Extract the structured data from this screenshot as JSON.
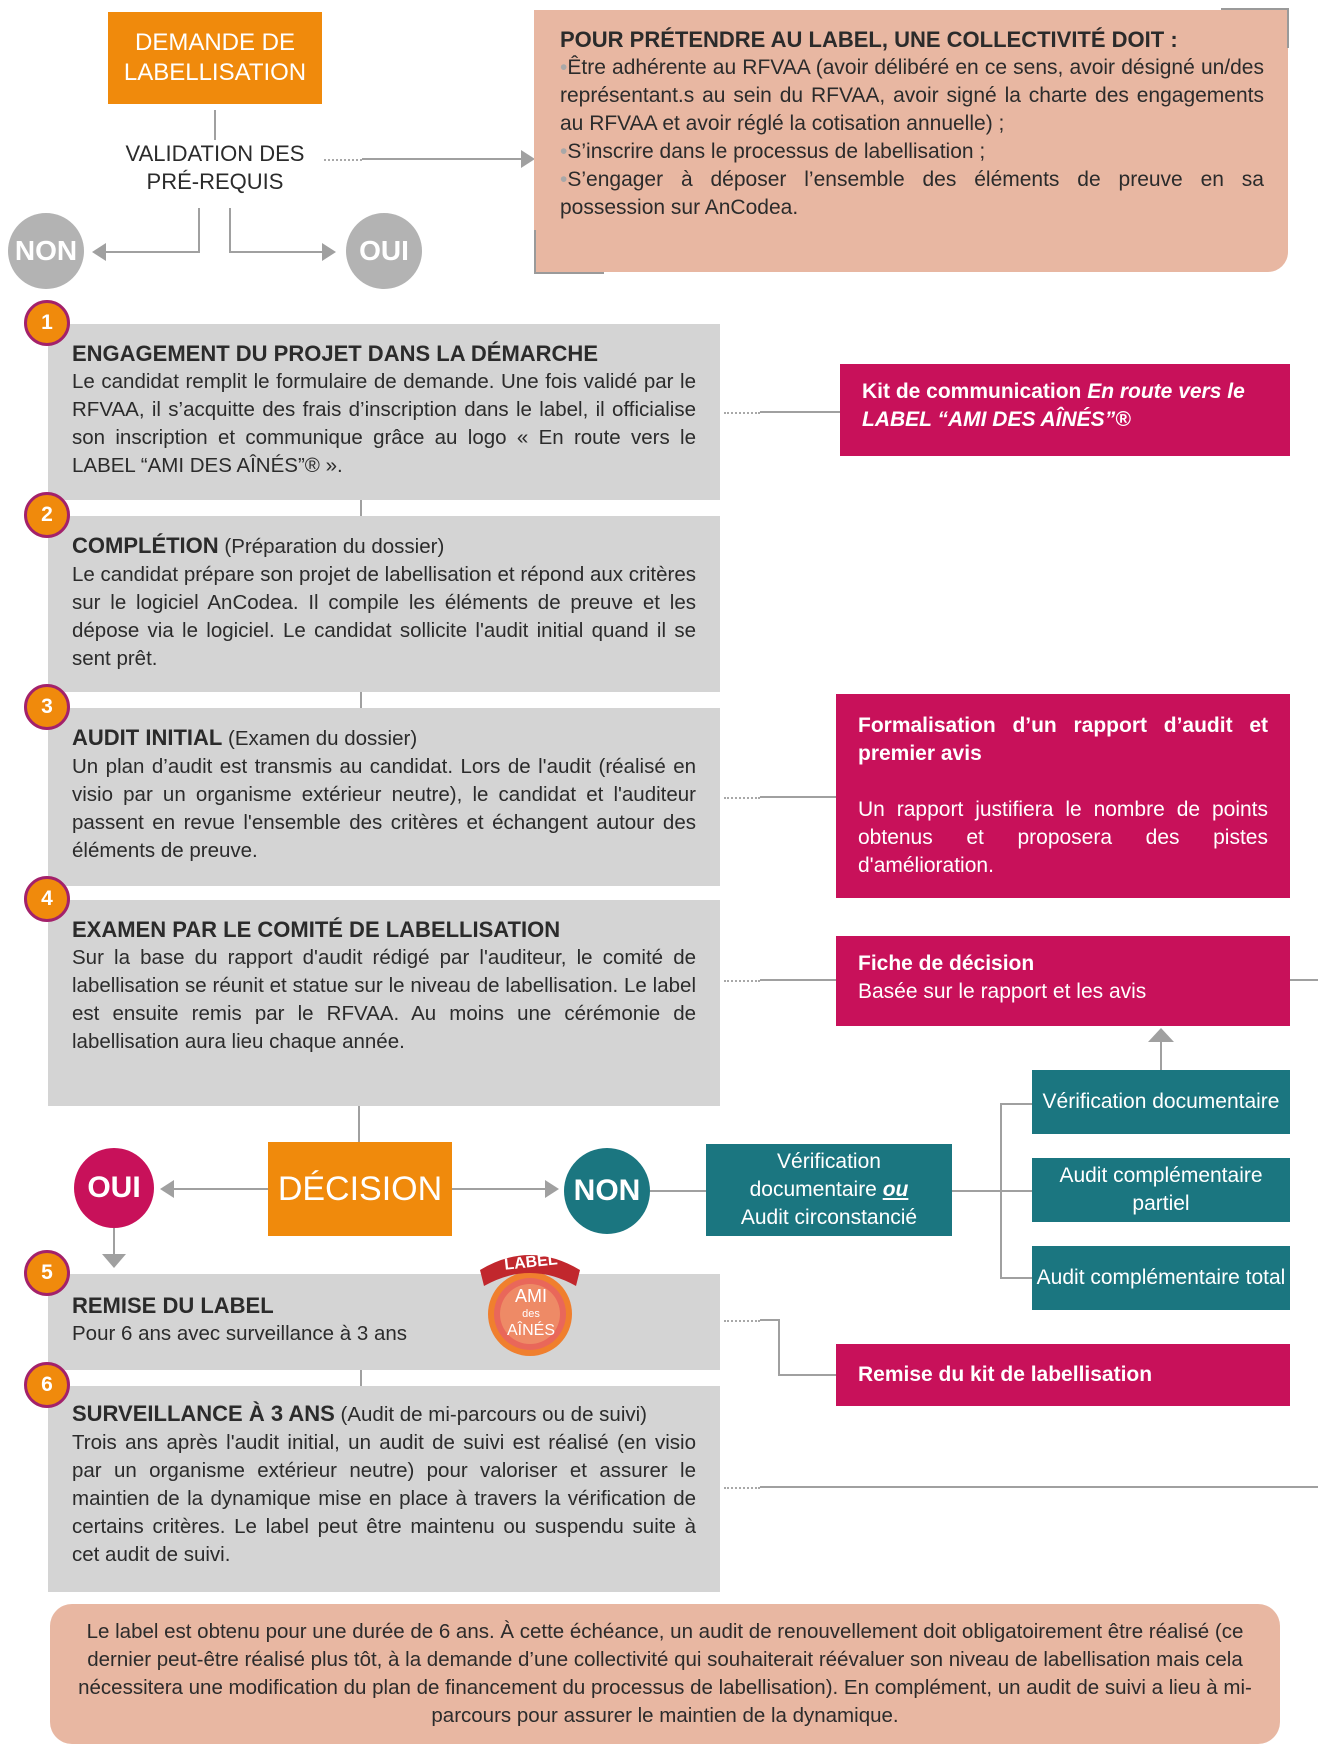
{
  "header": {
    "demand_line1": "DEMANDE DE",
    "demand_line2": "LABELLISATION",
    "validation_line1": "VALIDATION DES",
    "validation_line2": "PRÉ-REQUIS",
    "non": "NON",
    "oui": "OUI"
  },
  "prereq": {
    "title": "POUR PRÉTENDRE AU LABEL, UNE COLLECTIVITÉ DOIT :",
    "items": [
      "Être adhérente au RFVAA (avoir délibéré en ce sens, avoir désigné un/des représentant.s au sein du RFVAA, avoir signé la charte des engagements au RFVAA et avoir réglé la cotisation annuelle) ;",
      "S’inscrire dans le processus de labellisation ;",
      "S’engager à déposer l’ensemble des éléments de preuve en sa possession sur AnCodea."
    ]
  },
  "steps": [
    {
      "num": "1",
      "title": "ENGAGEMENT DU PROJET DANS LA DÉMARCHE",
      "subtitle": "",
      "body": "Le candidat remplit le formulaire de demande. Une fois validé par le RFVAA, il s’acquitte des frais d’inscription dans le label, il officialise son inscription et communique grâce au logo « En route vers le LABEL “AMI DES AÎNÉS”® »."
    },
    {
      "num": "2",
      "title": "COMPLÉTION",
      "subtitle": " (Préparation du dossier)",
      "body": "Le candidat prépare son projet de labellisation et répond aux critères sur le logiciel AnCodea. Il compile les éléments de preuve et les dépose via le logiciel. Le candidat sollicite l'audit initial quand il se sent prêt."
    },
    {
      "num": "3",
      "title": "AUDIT INITIAL",
      "subtitle": " (Examen du dossier)",
      "body": "Un plan d’audit est transmis au candidat. Lors de l'audit (réalisé en visio par un organisme extérieur neutre), le candidat et l'auditeur passent en revue l'ensemble des critères et échangent autour des éléments de preuve."
    },
    {
      "num": "4",
      "title": "EXAMEN PAR LE COMITÉ DE LABELLISATION",
      "subtitle": "",
      "body": "Sur la base du rapport d'audit rédigé par l'auditeur, le comité de labellisation se réunit et statue sur le niveau de labellisation. Le label est ensuite remis par le RFVAA. Au moins une cérémonie de labellisation aura lieu chaque année."
    },
    {
      "num": "5",
      "title": "REMISE DU LABEL",
      "subtitle": "",
      "body": "Pour 6 ans avec surveillance à 3 ans"
    },
    {
      "num": "6",
      "title": "SURVEILLANCE À 3 ANS",
      "subtitle": " (Audit de mi-parcours ou de suivi)",
      "body": "Trois ans après l'audit initial, un audit de suivi est réalisé (en visio par un organisme extérieur neutre) pour valoriser et assurer le maintien de la dynamique mise en place à travers la vérification de certains critères. Le label peut être maintenu ou suspendu suite à cet audit de suivi."
    }
  ],
  "side": {
    "kit_comm_prefix": "Kit de communication ",
    "kit_comm_italic": "En route vers le LABEL “AMI DES AÎNÉS”®",
    "rapport_title": "Formalisation d’un rapport d’audit et premier avis",
    "rapport_body": "Un rapport justifiera le nombre de points obtenus et proposera des pistes d'amélioration.",
    "fiche_title": "Fiche de décision",
    "fiche_body": "Basée sur le rapport et les avis",
    "remise_kit": "Remise du kit de labellisation"
  },
  "decision": {
    "label": "DÉCISION",
    "oui": "OUI",
    "non": "NON",
    "verif_line1": "Vérification",
    "verif_line2": "documentaire ",
    "verif_ou": "ou",
    "verif_line3": "Audit circonstancié",
    "opt1": "Vérification documentaire",
    "opt2": "Audit complémentaire partiel",
    "opt3": "Audit complémentaire total"
  },
  "logo": {
    "top": "LABEL",
    "mid": "AMI",
    "small": "des",
    "bottom": "AÎNÉS"
  },
  "footer": "Le label est obtenu pour une durée de 6 ans. À cette échéance, un audit de renouvellement doit obligatoirement être réalisé (ce dernier peut-être réalisé plus tôt, à la demande d’une collectivité qui souhaiterait réévaluer son niveau de labellisation mais cela nécessitera une modification du plan de financement du processus de labellisation). En complément, un audit de suivi a lieu à mi-parcours pour assurer le maintien de la dynamique.",
  "colors": {
    "orange": "#f08a0c",
    "magenta": "#c8115a",
    "teal": "#1b7680",
    "grey": "#d4d4d4",
    "peach": "#e8b7a2",
    "circle_grey": "#b3b3b3"
  }
}
